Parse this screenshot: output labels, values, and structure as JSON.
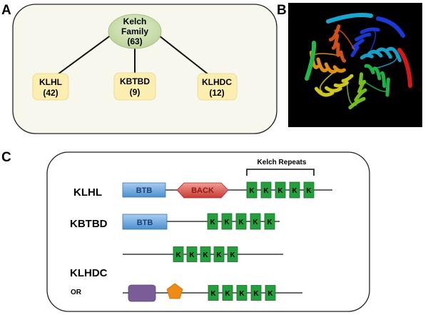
{
  "panels": {
    "a": "A",
    "b": "B",
    "c": "C"
  },
  "tree": {
    "root": {
      "name": "Kelch",
      "name2": "Family",
      "count": "(63)"
    },
    "children": [
      {
        "name": "KLHL",
        "count": "(42)"
      },
      {
        "name": "KBTBD",
        "count": "(9)"
      },
      {
        "name": "KLHDC",
        "count": "(12)"
      }
    ]
  },
  "structure": {
    "colors": [
      "#1a3ad8",
      "#18a6d0",
      "#22b84a",
      "#7ac61e",
      "#d9d21c",
      "#e8961a",
      "#d8541a",
      "#d41818"
    ]
  },
  "domains": {
    "repeats_label": "Kelch Repeats",
    "k_label": "K",
    "btb_label": "BTB",
    "back_label": "BACK",
    "or_label": "OR",
    "rows": [
      {
        "name": "KLHL"
      },
      {
        "name": "KBTBD"
      },
      {
        "name": "KLHDC"
      }
    ],
    "colors": {
      "btb": "#5b9bd5",
      "back": "#d9463d",
      "kelch": "#23a03c",
      "purple": "#7a5c97",
      "pentagon": "#ef8a17",
      "node_root": "#cfe0b0",
      "node_child": "#fbeeb0",
      "panel_a_bg": "#f7f7ee"
    }
  }
}
